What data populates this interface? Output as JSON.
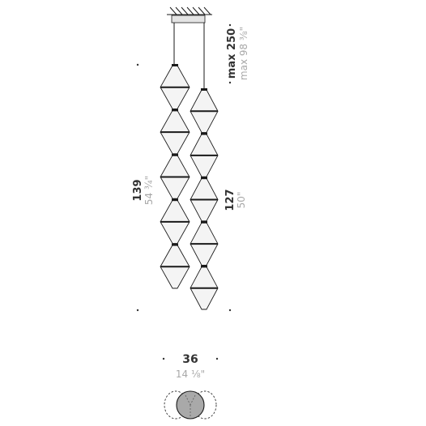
{
  "dimensions": {
    "overall_height": {
      "cm": "max 250",
      "inch": "max 98 ⅜\""
    },
    "long_chain": {
      "cm": "139",
      "inch": "54 ¾\""
    },
    "short_chain": {
      "cm": "127",
      "inch": "50\""
    },
    "diameter": {
      "cm": "36",
      "inch": "14 ⅛\""
    }
  },
  "chains": {
    "long_chain_modules": 5,
    "short_chain_modules": 5
  },
  "colors": {
    "line": "#1a1a1a",
    "glass": "#f4f4f4",
    "band": "#1a1a1a",
    "canopy": "#e4e4e4",
    "base_disc": "#a9a9a9",
    "sub_text": "#a8a8a8",
    "main_text": "#333333"
  }
}
